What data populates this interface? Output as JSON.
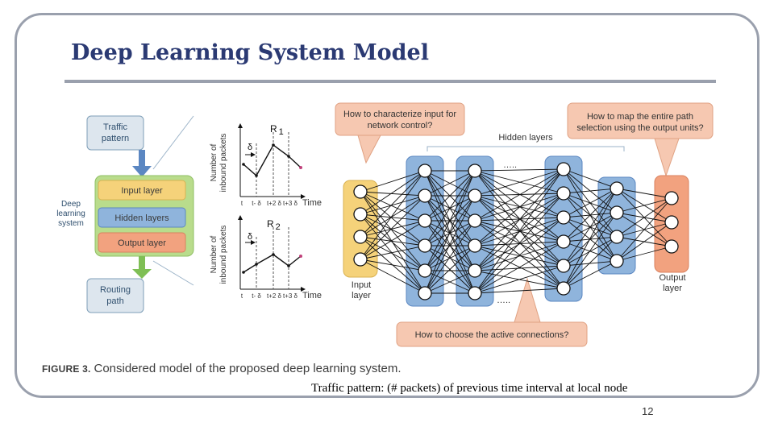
{
  "slide": {
    "title": "Deep Learning System Model",
    "note": "Traffic pattern: (# packets) of previous time interval at local node",
    "page_number": "12"
  },
  "figure": {
    "caption_label": "FIGURE 3.",
    "caption_text": "Considered model of the proposed deep learning system.",
    "system": {
      "traffic_pattern": [
        "Traffic",
        "pattern"
      ],
      "input_layer": "Input layer",
      "hidden_layers": "Hidden layers",
      "output_layer": "Output layer",
      "routing_path": [
        "Routing",
        "path"
      ],
      "side_label": [
        "Deep",
        "learning",
        "system"
      ]
    },
    "plots": {
      "ylabel": [
        "Number of",
        "inbound packets"
      ],
      "xlabel": "Time",
      "delta": "δ",
      "router1": "R",
      "router1_sub": "1",
      "router2": "R",
      "router2_sub": "2",
      "ticks": [
        "t",
        "t- δ",
        "t+2 δ",
        "t+3 δ"
      ]
    },
    "network": {
      "q_input": [
        "How to characterize input for",
        "network control?"
      ],
      "q_mapping": [
        "How to map the entire path",
        "selection using the output units?"
      ],
      "q_connections": "How to choose the active connections?",
      "hidden_label": "Hidden layers",
      "input_label": [
        "Input",
        "layer"
      ],
      "output_label": [
        "Output",
        "layer"
      ],
      "ellipsis": "….."
    }
  },
  "colors": {
    "title": "#2b3a73",
    "box_blue": "#dde6ee",
    "input_yellow": "#f5d27a",
    "hidden_blue": "#8fb4dc",
    "output_salmon": "#f2a27f",
    "callout": "#f6c8b1",
    "system_green": "#b9dc8c"
  }
}
